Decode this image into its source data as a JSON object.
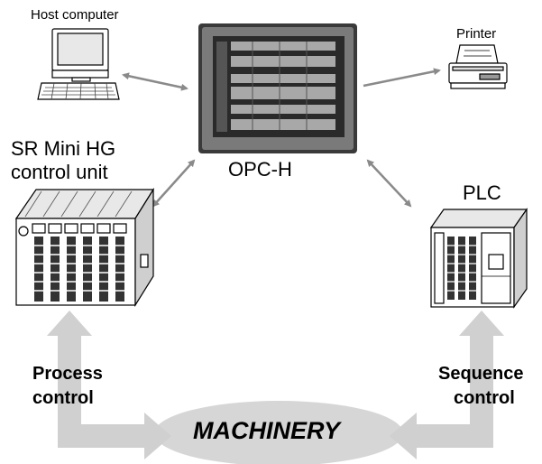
{
  "labels": {
    "host_computer": "Host computer",
    "printer": "Printer",
    "sr_unit_line1": "SR Mini HG",
    "sr_unit_line2": "control unit",
    "opc_h": "OPC-H",
    "plc": "PLC",
    "process_line1": "Process",
    "process_line2": "control",
    "sequence_line1": "Sequence",
    "sequence_line2": "control",
    "machinery": "MACHINERY"
  },
  "colors": {
    "connector_arrow": "#8a8a8a",
    "flow_arrow": "#d0d0d0",
    "machinery_ellipse": "#d6d6d6",
    "screen_dark": "#2a2a2a"
  }
}
